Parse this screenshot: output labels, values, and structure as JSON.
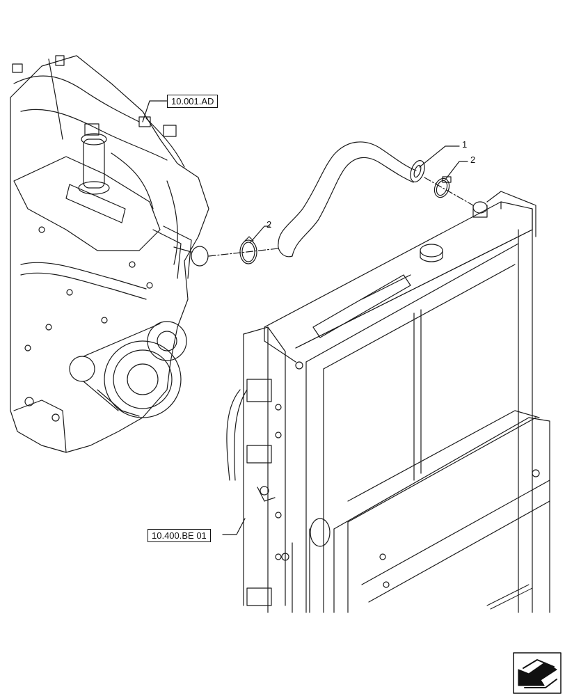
{
  "references": {
    "engine_ref": "10.001.AD",
    "radiator_ref": "10.400.BE 01"
  },
  "callouts": {
    "hose": "1",
    "clamp_upper": "2",
    "clamp_lower": "2"
  },
  "icons": {
    "navigation": "next-page-arrow-icon"
  }
}
